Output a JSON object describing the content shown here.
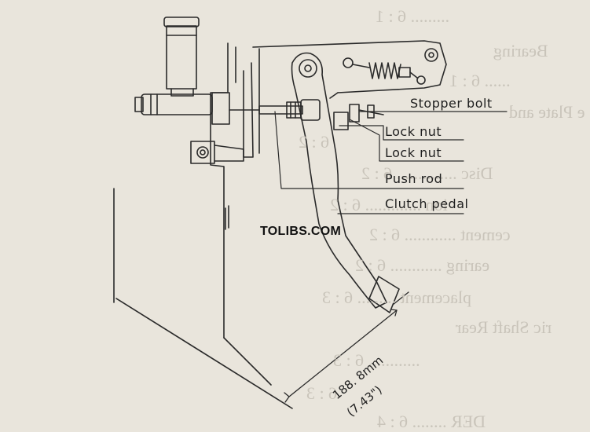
{
  "labels": {
    "stopper_bolt": "Stopper bolt",
    "lock_nut_upper": "Lock nut",
    "lock_nut_lower": "Lock nut",
    "push_rod": "Push rod",
    "clutch_pedal": "Clutch pedal"
  },
  "watermark": "TOLIBS.COM",
  "dimension": {
    "metric": "188. 8mm",
    "imperial": "(7.43\")"
  },
  "show_through": [
    "......... 6 : 1",
    "Bearing",
    "...... 6 : 1",
    "e Plate and",
    "6 : 2",
    "Disc .............. 6 : 2",
    "ion ............. 6 : 2",
    "cement ............ 6 : 2",
    "earing ............ 6 : 2",
    "placement ......... 6 : 3",
    "ric Shaft Rear",
    "............ 6 : 3",
    "6 : 3",
    "DER ........ 6 : 4"
  ],
  "colors": {
    "paper": "#e9e5dc",
    "ink": "#1e1e1e",
    "ghost": "#c9c4ba"
  }
}
